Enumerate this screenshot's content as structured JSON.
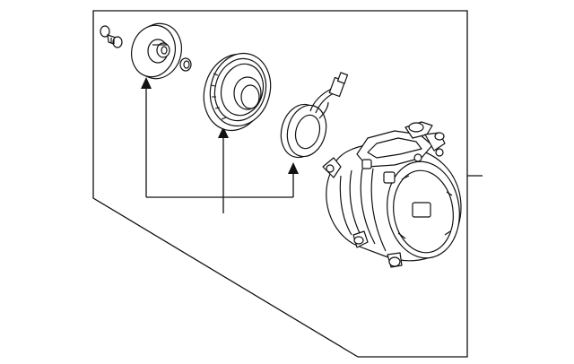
{
  "diagram": {
    "type": "exploded-parts-diagram",
    "subject": "ac-compressor-assembly",
    "line_color": "#111111",
    "background_color": "#ffffff",
    "parts": [
      {
        "name": "bolt",
        "icon": "bolt-icon"
      },
      {
        "name": "clutch-hub-plate",
        "icon": "hub-plate-icon"
      },
      {
        "name": "shim-washer",
        "icon": "washer-icon"
      },
      {
        "name": "pulley",
        "icon": "pulley-icon"
      },
      {
        "name": "field-coil",
        "icon": "coil-icon"
      },
      {
        "name": "compressor",
        "icon": "compressor-icon"
      }
    ],
    "callout_group": [
      "clutch-hub-plate",
      "pulley",
      "field-coil"
    ]
  }
}
